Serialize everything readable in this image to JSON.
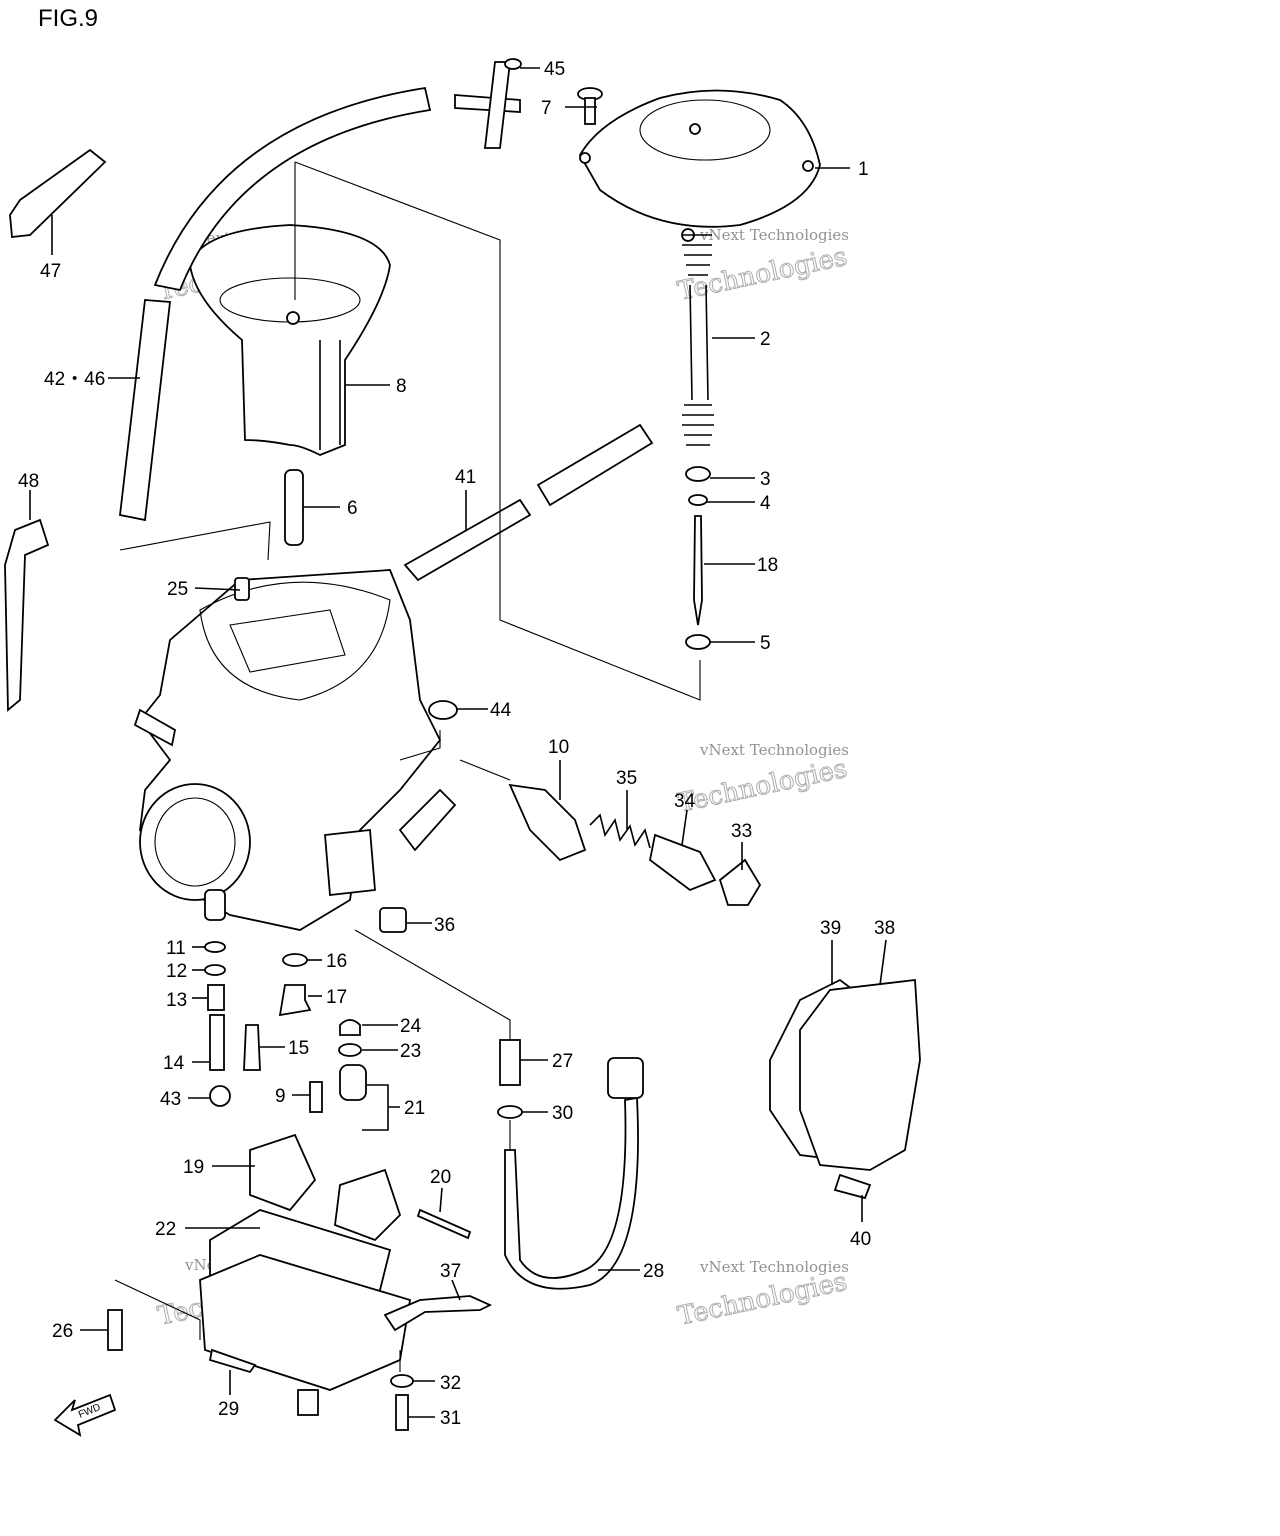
{
  "figure": {
    "title": "FIG.9"
  },
  "watermark": {
    "line1": "vNext Technologies",
    "line2": "Technologies"
  },
  "fwd_badge": "FWD",
  "callouts": [
    {
      "id": "c1",
      "label": "1"
    },
    {
      "id": "c2",
      "label": "2"
    },
    {
      "id": "c3",
      "label": "3"
    },
    {
      "id": "c4",
      "label": "4"
    },
    {
      "id": "c5",
      "label": "5"
    },
    {
      "id": "c6",
      "label": "6"
    },
    {
      "id": "c7",
      "label": "7"
    },
    {
      "id": "c8",
      "label": "8"
    },
    {
      "id": "c9",
      "label": "9"
    },
    {
      "id": "c10",
      "label": "10"
    },
    {
      "id": "c11",
      "label": "11"
    },
    {
      "id": "c12",
      "label": "12"
    },
    {
      "id": "c13",
      "label": "13"
    },
    {
      "id": "c14",
      "label": "14"
    },
    {
      "id": "c15",
      "label": "15"
    },
    {
      "id": "c16",
      "label": "16"
    },
    {
      "id": "c17",
      "label": "17"
    },
    {
      "id": "c18",
      "label": "18"
    },
    {
      "id": "c19",
      "label": "19"
    },
    {
      "id": "c20",
      "label": "20"
    },
    {
      "id": "c21",
      "label": "21"
    },
    {
      "id": "c22",
      "label": "22"
    },
    {
      "id": "c23",
      "label": "23"
    },
    {
      "id": "c24",
      "label": "24"
    },
    {
      "id": "c25",
      "label": "25"
    },
    {
      "id": "c26",
      "label": "26"
    },
    {
      "id": "c27",
      "label": "27"
    },
    {
      "id": "c28",
      "label": "28"
    },
    {
      "id": "c29",
      "label": "29"
    },
    {
      "id": "c30",
      "label": "30"
    },
    {
      "id": "c31",
      "label": "31"
    },
    {
      "id": "c32",
      "label": "32"
    },
    {
      "id": "c33",
      "label": "33"
    },
    {
      "id": "c34",
      "label": "34"
    },
    {
      "id": "c35",
      "label": "35"
    },
    {
      "id": "c36",
      "label": "36"
    },
    {
      "id": "c37",
      "label": "37"
    },
    {
      "id": "c38",
      "label": "38"
    },
    {
      "id": "c39",
      "label": "39"
    },
    {
      "id": "c40",
      "label": "40"
    },
    {
      "id": "c41",
      "label": "41"
    },
    {
      "id": "c42",
      "label": "42・46"
    },
    {
      "id": "c43",
      "label": "43"
    },
    {
      "id": "c44",
      "label": "44"
    },
    {
      "id": "c45",
      "label": "45"
    },
    {
      "id": "c47",
      "label": "47"
    },
    {
      "id": "c48",
      "label": "48"
    }
  ]
}
